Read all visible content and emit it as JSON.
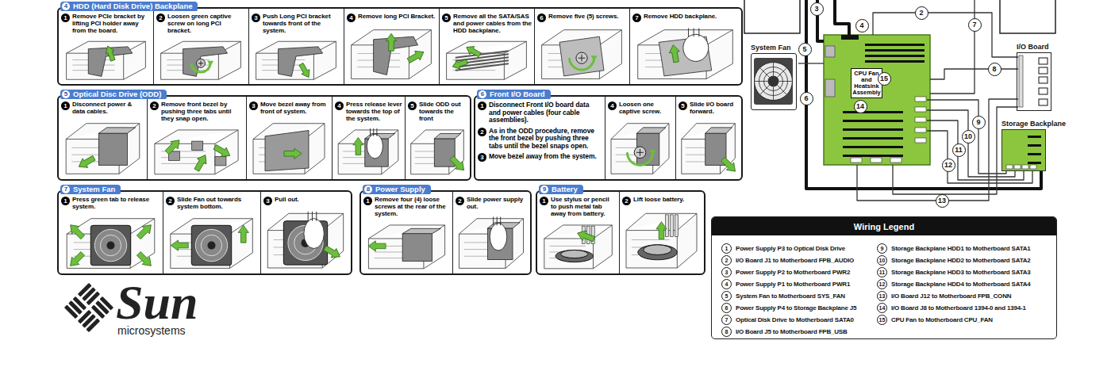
{
  "diagram": {
    "nodes": [
      {
        "text": [
          "4",
          "HDD (Hard Disk Drive) Backplane"
        ]
      },
      {
        "text": [
          "1",
          "Remove PCIe bracket by lifting PCI holder away from the board."
        ],
        "in": 0
      },
      {
        "text": [
          "2",
          "Loosen green captive screw on long PCI bracket."
        ],
        "in": 0
      },
      {
        "text": [
          "3",
          "Push Long PCI bracket towards front of the system."
        ],
        "in": 0
      },
      {
        "text": [
          "4",
          "Remove long PCI Bracket."
        ],
        "in": 0
      },
      {
        "text": [
          "5",
          "Remove all the SATA/SAS and power cables from the HDD backplane."
        ],
        "in": 0
      },
      {
        "text": [
          "6",
          "Remove five (5) screws."
        ],
        "in": 0
      },
      {
        "text": [
          "7",
          "Remove HDD backplane."
        ],
        "in": 0
      },
      {
        "text": [
          "5",
          "Optical Disc Drive (ODD)"
        ]
      },
      {
        "text": [
          "1",
          "Disconnect power & data cables."
        ],
        "in": 8
      },
      {
        "text": [
          "2",
          "Remove front bezel by pushing three tabs until they snap open."
        ],
        "in": 8
      },
      {
        "text": [
          "3",
          "Move bezel away from front of system."
        ],
        "in": 8
      },
      {
        "text": [
          "4",
          "Press release lever towards the top of the system."
        ],
        "in": 8
      },
      {
        "text": [
          "5",
          "Slide ODD out towards the front"
        ],
        "in": 8
      },
      {
        "text": [
          "6",
          "Front I/O Board"
        ]
      },
      {
        "text": [
          "1",
          "Disconnect Front I/O board data and power cables (four cable assemblies).",
          "2",
          "As in the ODD procedure, remove the front bezel by pushing three tabs until the bezel snaps open.",
          "3",
          "Move bezel away from the system."
        ],
        "in": 14
      },
      {
        "text": [
          "4",
          "Loosen one captive screw."
        ],
        "in": 14
      },
      {
        "text": [
          "5",
          "Slide I/O board forward."
        ],
        "in": 14
      },
      {
        "text": [
          "7",
          "System Fan"
        ]
      },
      {
        "text": [
          "1",
          "Press green tab to release system."
        ],
        "in": 18
      },
      {
        "text": [
          "2",
          "Slide Fan out towards system bottom."
        ],
        "in": 18
      },
      {
        "text": [
          "3",
          "Pull out."
        ],
        "in": 18
      },
      {
        "text": [
          "8",
          "Power Supply"
        ]
      },
      {
        "text": [
          "1",
          "Remove four (4) loose screws at the rear of the system."
        ],
        "in": 22
      },
      {
        "text": [
          "2",
          "Slide power supply out."
        ],
        "in": 22
      },
      {
        "text": [
          "9",
          "Battery"
        ]
      },
      {
        "text": [
          "1",
          "Use stylus or pencil to push metal tab away from battery."
        ],
        "in": 25
      },
      {
        "text": [
          "2",
          "Lift loose battery."
        ],
        "in": 25
      },
      {
        "text": [
          "System Fan"
        ]
      },
      {
        "text": [
          "CPU Fan and Heatsink Assembly"
        ]
      },
      {
        "text": [
          "I/O Board"
        ]
      },
      {
        "text": [
          "Storage Backplane"
        ]
      },
      {
        "text": [
          "Wiring Legend"
        ]
      }
    ],
    "labels": [
      "3",
      "4",
      "2",
      "7",
      "5",
      "6",
      "15",
      "14",
      "8",
      "9",
      "10",
      "11",
      "12",
      "13",
      "1",
      "2",
      "3",
      "4",
      "5",
      "6",
      "7",
      "8",
      "9",
      "10",
      "11",
      "12",
      "13",
      "14",
      "15",
      "Sun",
      "microsystems"
    ],
    "legend": [
      {
        "text": "Power Supply P3 to Optical Disk Drive"
      },
      {
        "text": "I/O Board J1 to Motherboard FPB_AUDIO"
      },
      {
        "text": "Power Supply P2 to Motherboard PWR2"
      },
      {
        "text": "Power Supply P1 to Motherboard PWR1"
      },
      {
        "text": "System Fan to Motherboard SYS_FAN"
      },
      {
        "text": "Power Supply P4 to Storage Backplane J5"
      },
      {
        "text": "Optical Disk Drive to Motherboard SATA0"
      },
      {
        "text": "I/O Board J5 to Motherboard FPB_USB"
      },
      {
        "text": "Storage Backplane HDD1 to Motherboard SATA1"
      },
      {
        "text": "Storage Backplane HDD2 to Motherboard SATA2"
      },
      {
        "text": "Storage Backplane HDD3 to Motherboard SATA3"
      },
      {
        "text": "Storage Backplane HDD4 to Motherboard SATA4"
      },
      {
        "text": "I/O Board J12 to Motherboard FPB_CONN"
      },
      {
        "text": "I/O Board J8 to Motherboard 1394-0 and 1394-1"
      },
      {
        "text": "CPU Fan to Motherboard CPU_FAN"
      }
    ]
  }
}
